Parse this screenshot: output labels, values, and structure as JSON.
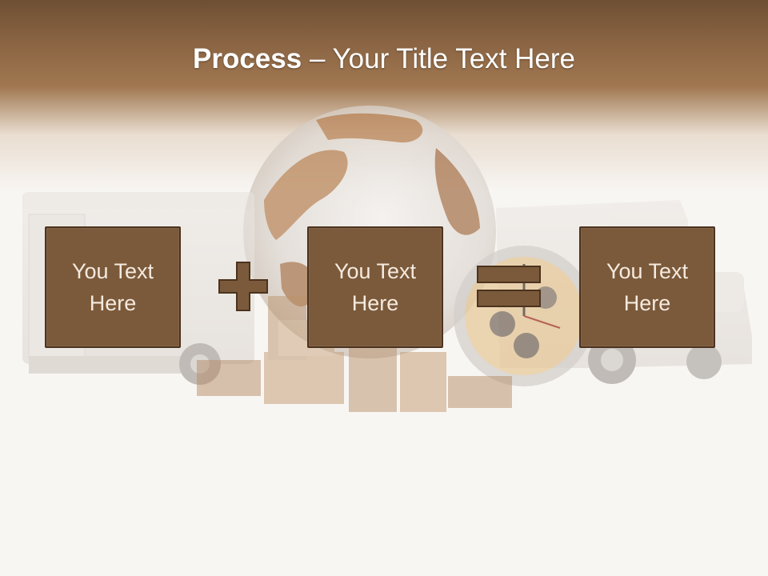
{
  "slide": {
    "title_bold": "Process",
    "title_rest": " – Your Title Text Here"
  },
  "process": {
    "boxes": [
      {
        "text": "You Text\nHere"
      },
      {
        "text": "You Text\nHere"
      },
      {
        "text": "You Text\nHere"
      }
    ],
    "operators": [
      "plus-icon",
      "equals-icon"
    ]
  },
  "background": {
    "subject": [
      "delivery-truck-left",
      "globe",
      "cardboard-boxes",
      "stopwatch",
      "delivery-truck-right"
    ]
  },
  "colors": {
    "header_brown": "#7a5535",
    "box_fill": "#7b5a3b",
    "box_border": "#4b331f",
    "box_text": "#f4eadf"
  }
}
